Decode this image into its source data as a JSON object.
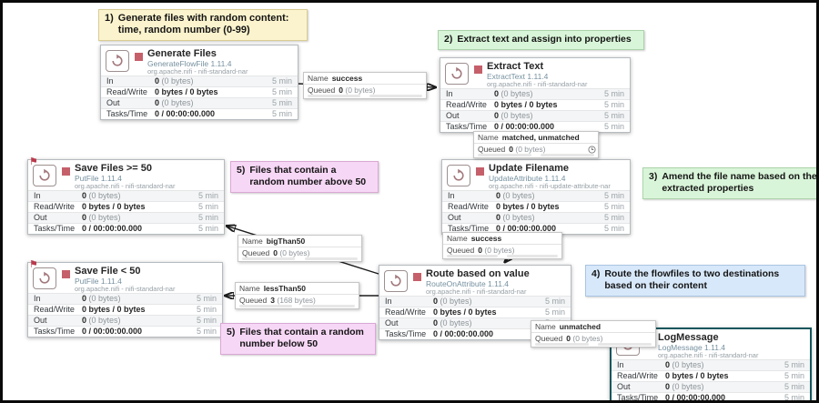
{
  "labels": {
    "name": "Name",
    "queued": "Queued"
  },
  "stat_labels": {
    "in": "In",
    "read_write": "Read/Write",
    "out": "Out",
    "tasks_time": "Tasks/Time"
  },
  "colors": {
    "stopped_indicator": "#c5606a",
    "processor_icon": "#a3797d",
    "selection_border": "#14565c",
    "note_yellow": "#fbf3cd",
    "note_green": "#d9f5d9",
    "note_blue": "#d7e8fa",
    "note_pink": "#f7d7f6"
  },
  "notes": [
    {
      "num": "1)",
      "text": "Generate files with random content: time, random number (0-99)"
    },
    {
      "num": "2)",
      "text": "Extract text and assign into properties"
    },
    {
      "num": "3)",
      "text": "Amend the file name based on the extracted properties"
    },
    {
      "num": "4)",
      "text": "Route the flowfiles to two destinations based on their content"
    },
    {
      "num": "5)",
      "text": "Files that contain a random number above 50"
    },
    {
      "num": "5)",
      "text": "Files that contain a random number below 50"
    }
  ],
  "processors": [
    {
      "title": "Generate Files",
      "type": "GenerateFlowFile 1.11.4",
      "bundle": "org.apache.nifi - nifi-standard-nar",
      "in_count": "0",
      "in_bytes": "(0 bytes)",
      "read_write": "0 bytes / 0 bytes",
      "out_count": "0",
      "out_bytes": "(0 bytes)",
      "tasks": "0 / 00:00:00.000",
      "window": "5 min"
    },
    {
      "title": "Extract Text",
      "type": "ExtractText 1.11.4",
      "bundle": "org.apache.nifi - nifi-standard-nar",
      "in_count": "0",
      "in_bytes": "(0 bytes)",
      "read_write": "0 bytes / 0 bytes",
      "out_count": "0",
      "out_bytes": "(0 bytes)",
      "tasks": "0 / 00:00:00.000",
      "window": "5 min"
    },
    {
      "title": "Update Filename",
      "type": "UpdateAttribute 1.11.4",
      "bundle": "org.apache.nifi - nifi-update-attribute-nar",
      "in_count": "0",
      "in_bytes": "(0 bytes)",
      "read_write": "0 bytes / 0 bytes",
      "out_count": "0",
      "out_bytes": "(0 bytes)",
      "tasks": "0 / 00:00:00.000",
      "window": "5 min"
    },
    {
      "title": "Route based on value",
      "type": "RouteOnAttribute 1.11.4",
      "bundle": "org.apache.nifi - nifi-standard-nar",
      "in_count": "0",
      "in_bytes": "(0 bytes)",
      "read_write": "0 bytes / 0 bytes",
      "out_count": "0",
      "out_bytes": "(0 bytes)",
      "tasks": "0 / 00:00:00.000",
      "window": "5 min"
    },
    {
      "title": "Save Files >= 50",
      "type": "PutFile 1.11.4",
      "bundle": "org.apache.nifi - nifi-standard-nar",
      "in_count": "0",
      "in_bytes": "(0 bytes)",
      "read_write": "0 bytes / 0 bytes",
      "out_count": "0",
      "out_bytes": "(0 bytes)",
      "tasks": "0 / 00:00:00.000",
      "window": "5 min"
    },
    {
      "title": "Save File < 50",
      "type": "PutFile 1.11.4",
      "bundle": "org.apache.nifi - nifi-standard-nar",
      "in_count": "0",
      "in_bytes": "(0 bytes)",
      "read_write": "0 bytes / 0 bytes",
      "out_count": "0",
      "out_bytes": "(0 bytes)",
      "tasks": "0 / 00:00:00.000",
      "window": "5 min"
    },
    {
      "title": "LogMessage",
      "type": "LogMessage 1.11.4",
      "bundle": "org.apache.nifi - nifi-standard-nar",
      "in_count": "0",
      "in_bytes": "(0 bytes)",
      "read_write": "0 bytes / 0 bytes",
      "out_count": "0",
      "out_bytes": "(0 bytes)",
      "tasks": "0 / 00:00:00.000",
      "window": "5 min"
    }
  ],
  "connections": [
    {
      "name": "success",
      "count": "0",
      "bytes": "(0 bytes)"
    },
    {
      "name": "matched, unmatched",
      "count": "0",
      "bytes": "(0 bytes)"
    },
    {
      "name": "success",
      "count": "0",
      "bytes": "(0 bytes)"
    },
    {
      "name": "bigThan50",
      "count": "0",
      "bytes": "(0 bytes)"
    },
    {
      "name": "lessThan50",
      "count": "3",
      "bytes": "(168 bytes)"
    },
    {
      "name": "unmatched",
      "count": "0",
      "bytes": "(0 bytes)"
    }
  ]
}
